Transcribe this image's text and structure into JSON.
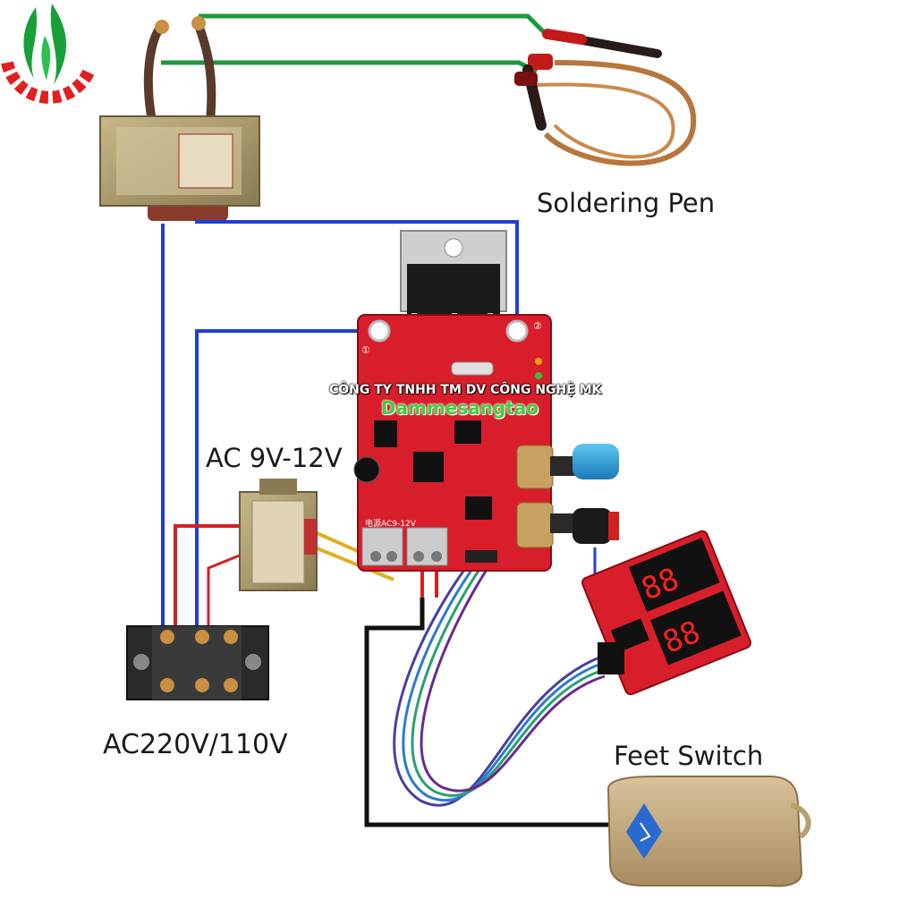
{
  "labels": {
    "soldering_pen": "Soldering Pen",
    "small_transformer": "AC 9V-12V",
    "mains_input": "AC220V/110V",
    "feet_switch": "Feet Switch"
  },
  "watermark": {
    "company": "CÔNG TY TNHH TM DV CÔNG NGHỆ MK",
    "brand": "Dammesangtao"
  },
  "board_markings": {
    "terminal_1": "①",
    "terminal_2": "②",
    "power_label": "电源AC9-12V"
  },
  "wire_colors": {
    "secondary_output": "#1a9a3a",
    "mains_feed": "#1f3fd6",
    "live": "#d42020",
    "low_voltage": "#e0b020",
    "switch_line": "#111111",
    "ribbon": [
      "#4a3fa0",
      "#2a7ad6",
      "#2aa070",
      "#6a2a90"
    ]
  },
  "colors": {
    "pcb": "#d81e2a",
    "logo_red": "#e02020",
    "logo_green": "#18a038"
  }
}
